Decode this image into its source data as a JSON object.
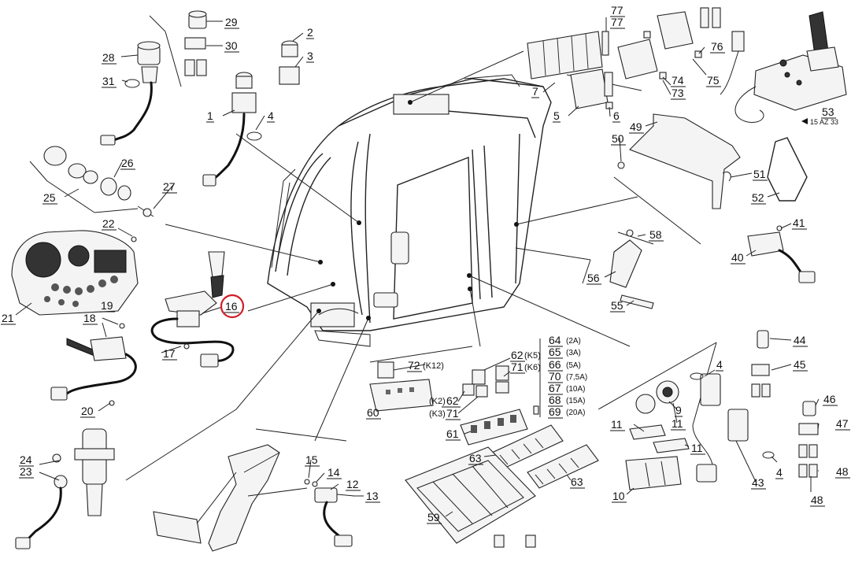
{
  "diagram": {
    "ref_code": "15 AZ 33",
    "highlighted": "16",
    "highlight_color": "#d0202a",
    "labels": {
      "l1": "1",
      "l2": "2",
      "l3": "3",
      "l4a": "4",
      "l4b": "4",
      "l4c": "4",
      "l5": "5",
      "l6": "6",
      "l7": "7",
      "l9": "9",
      "l10": "10",
      "l11a": "11",
      "l11b": "11",
      "l11c": "11",
      "l12": "12",
      "l13": "13",
      "l14": "14",
      "l15": "15",
      "l16": "16",
      "l17": "17",
      "l18": "18",
      "l19": "19",
      "l20": "20",
      "l21": "21",
      "l22": "22",
      "l23": "23",
      "l24": "24",
      "l25": "25",
      "l26": "26",
      "l27": "27",
      "l28": "28",
      "l29": "29",
      "l30": "30",
      "l31": "31",
      "l40": "40",
      "l41": "41",
      "l43": "43",
      "l44": "44",
      "l45": "45",
      "l46": "46",
      "l47": "47",
      "l48a": "48",
      "l48b": "48",
      "l49": "49",
      "l50": "50",
      "l51": "51",
      "l52": "52",
      "l53": "53",
      "l55": "55",
      "l56": "56",
      "l58": "58",
      "l59": "59",
      "l60": "60",
      "l61": "61",
      "l62a": "62",
      "l62b": "62",
      "l63a": "63",
      "l63b": "63",
      "l64": "64",
      "l65": "65",
      "l66": "66",
      "l67": "67",
      "l68": "68",
      "l69": "69",
      "l70": "70",
      "l71a": "71",
      "l71b": "71",
      "l72": "72",
      "l73": "73",
      "l74": "74",
      "l75": "75",
      "l76": "76",
      "l77a": "77",
      "l77b": "77"
    },
    "relay_tags": {
      "k12": "(K12)",
      "k5": "(K5)",
      "k6": "(K6)",
      "k2": "(K2)",
      "k3": "(K3)"
    },
    "fuse_ratings": {
      "a64": "(2A)",
      "a65": "(3A)",
      "a66": "(5A)",
      "a70": "(7,5A)",
      "a67": "(10A)",
      "a68": "(15A)",
      "a69": "(20A)"
    }
  }
}
